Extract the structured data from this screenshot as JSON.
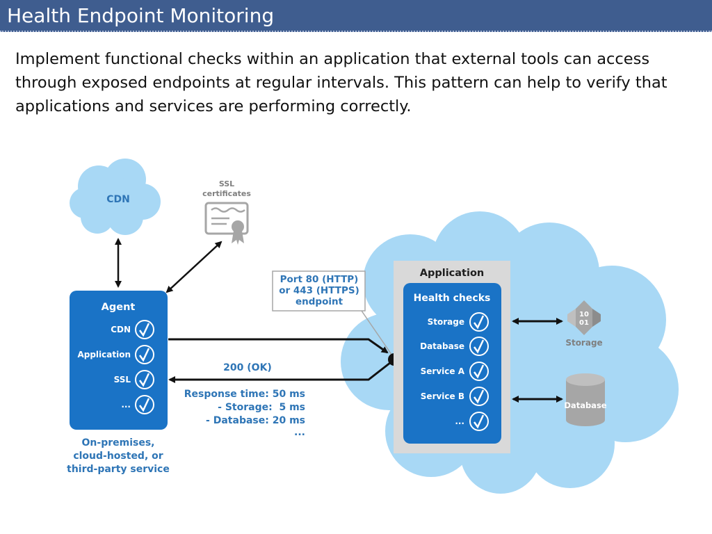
{
  "slide": {
    "title": "Health Endpoint Monitoring",
    "description": "Implement functional checks within an application that external tools can access through exposed endpoints at regular intervals. This pattern can help to verify that applications and services are performing correctly."
  },
  "diagram": {
    "cdn_label": "CDN",
    "ssl": {
      "line1": "SSL",
      "line2": "certificates"
    },
    "agent": {
      "title": "Agent",
      "checks": [
        "CDN",
        "Application",
        "SSL",
        "..."
      ],
      "caption": [
        "On-premises,",
        "cloud-hosted, or",
        "third-party service"
      ]
    },
    "endpoint_callout": [
      "Port 80 (HTTP)",
      "or 443 (HTTPS)",
      "endpoint"
    ],
    "response": {
      "status": "200 (OK)",
      "lines": [
        "Response time: 50 ms",
        "- Storage:  5 ms",
        "- Database: 20 ms",
        "..."
      ]
    },
    "application": {
      "title": "Application",
      "health_title": "Health checks",
      "checks": [
        "Storage",
        "Database",
        "Service A",
        "Service B",
        "..."
      ]
    },
    "storage": {
      "icon_bits": [
        "10",
        "01"
      ],
      "label": "Storage"
    },
    "database_label": "Database",
    "colors": {
      "title_bar": "#3f5d8f",
      "panel_blue": "#1a73c6",
      "cloud_blue": "#a8d8f5",
      "app_gray": "#d9d9d9",
      "label_blue": "#2e75b6",
      "icon_gray": "#a6a6a6"
    }
  }
}
